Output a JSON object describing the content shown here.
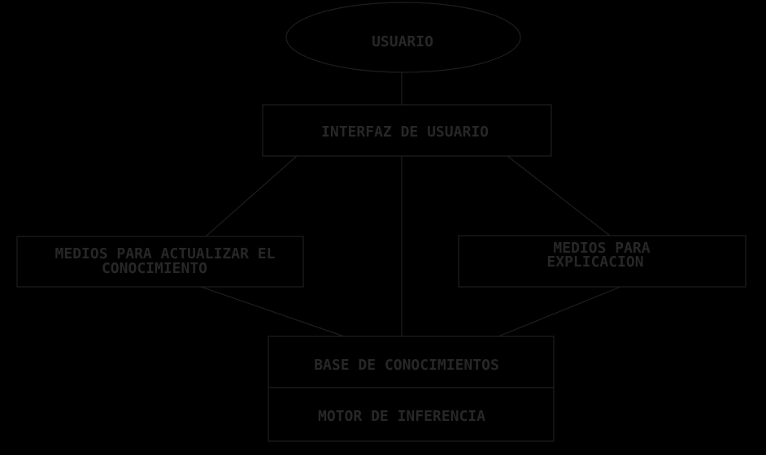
{
  "colors": {
    "background": "#000000",
    "line": "#1e1e1e",
    "text": "#272727"
  },
  "nodes": {
    "usuario": {
      "label": "USUARIO"
    },
    "interfaz": {
      "label": "INTERFAZ DE USUARIO"
    },
    "medios_actualizar": {
      "line1": "MEDIOS PARA ACTUALIZAR EL",
      "line2": "CONOCIMIENTO"
    },
    "medios_explicacion": {
      "line1": "MEDIOS PARA",
      "line2": "EXPLICACION"
    },
    "base_conocimientos": {
      "label": "BASE DE CONOCIMIENTOS"
    },
    "motor_inferencia": {
      "label": "MOTOR DE INFERENCIA"
    }
  }
}
